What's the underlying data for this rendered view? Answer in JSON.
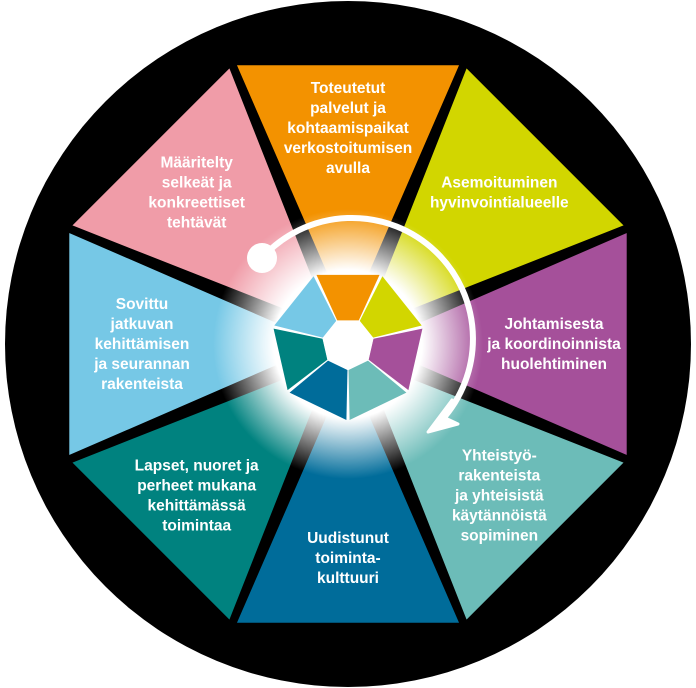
{
  "segments": [
    {
      "color": "#F39200",
      "lines": [
        "Toteutetut",
        "palvelut ja",
        "kohtaamispaikat",
        "verkostoitumisen",
        "avulla"
      ]
    },
    {
      "color": "#D2D600",
      "lines": [
        "Asemoituminen",
        "hyvinvointialueelle"
      ]
    },
    {
      "color": "#A5509A",
      "lines": [
        "Johtamisesta",
        "ja koordinoinnista",
        "huolehtiminen"
      ]
    },
    {
      "color": "#6CBCB8",
      "lines": [
        "Yhteistyö-",
        "rakenteista",
        "ja yhteisistä",
        "käytännöistä",
        "sopiminen"
      ]
    },
    {
      "color": "#006C9A",
      "lines": [
        "Uudistunut",
        "toiminta-",
        "kulttuuri"
      ]
    },
    {
      "color": "#00827F",
      "lines": [
        "Lapset, nuoret ja",
        "perheet mukana",
        "kehittämässä",
        "toimintaa"
      ]
    },
    {
      "color": "#76C8E6",
      "lines": [
        "Sovittu",
        "jatkuvan",
        "kehittämisen",
        "ja seurannan",
        "rakenteista"
      ]
    },
    {
      "color": "#F09CA8",
      "lines": [
        "Määritelty",
        "selkeät ja",
        "konkreettiset",
        "tehtävät"
      ]
    }
  ],
  "inner_colors": [
    "#F39200",
    "#D2D600",
    "#A5509A",
    "#6CBCB8",
    "#006C9A",
    "#00827F",
    "#76C8E6"
  ],
  "ring_color": "#000000"
}
